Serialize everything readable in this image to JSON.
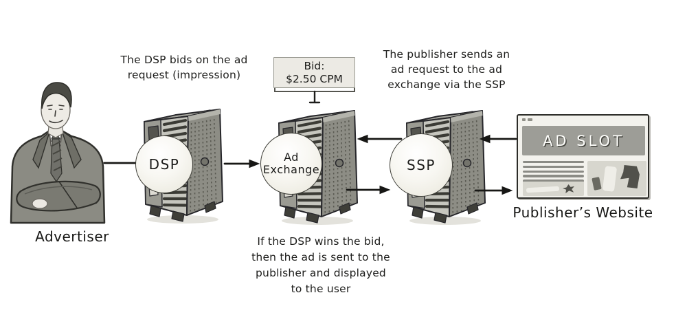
{
  "annotations": {
    "dsp_note": "The DSP bids on the ad\nrequest (impression)",
    "ssp_note": "The publisher sends an\nad request to the ad\nexchange via the SSP",
    "win_note": "If the DSP wins the bid,\nthen the ad is sent to the\npublisher and displayed\nto the user"
  },
  "bid_box": {
    "line1": "Bid:",
    "line2": "$2.50 CPM"
  },
  "nodes": {
    "advertiser": {
      "label": "Advertiser"
    },
    "dsp": {
      "label": "DSP"
    },
    "ad_exchange": {
      "label": "Ad\nExchange"
    },
    "ssp": {
      "label": "SSP"
    },
    "publisher": {
      "label": "Publisher’s Website",
      "ad_slot_text": "AD SLOT"
    }
  },
  "flows": [
    {
      "from": "Advertiser",
      "to": "DSP"
    },
    {
      "from": "DSP",
      "to": "Ad Exchange"
    },
    {
      "from": "SSP",
      "to": "Ad Exchange"
    },
    {
      "from": "Ad Exchange",
      "to": "SSP"
    },
    {
      "from": "Publisher’s Website",
      "to": "SSP"
    },
    {
      "from": "SSP",
      "to": "Publisher’s Website"
    }
  ],
  "colors": {
    "ink": "#1d1d1b",
    "server_front": "#c6c6be",
    "server_side": "#8d8d85",
    "circle_fill": "#f8f7f2",
    "banner": "#9d9d97",
    "bid_box_bg": "#eceae4"
  }
}
